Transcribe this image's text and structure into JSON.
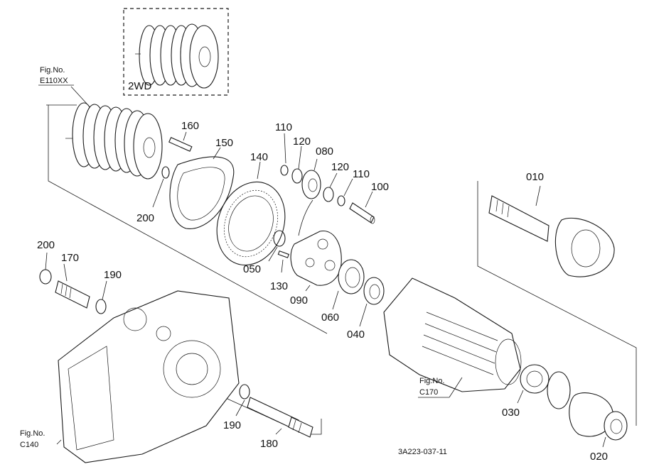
{
  "inset": {
    "label": "2WD"
  },
  "references": [
    {
      "key": "ref_e110",
      "line1": "Fig.No.",
      "line2": "E110XX"
    },
    {
      "key": "ref_c140",
      "line1": "Fig.No.",
      "line2": "C140"
    },
    {
      "key": "ref_c170",
      "line1": "Fig.No.",
      "line2": "C170"
    }
  ],
  "callouts": {
    "p160": "160",
    "p150": "150",
    "p140": "140",
    "p110a": "110",
    "p120a": "120",
    "p080": "080",
    "p120b": "120",
    "p110b": "110",
    "p100": "100",
    "p010": "010",
    "p200a": "200",
    "p200b": "200",
    "p170": "170",
    "p190a": "190",
    "p050": "050",
    "p130": "130",
    "p090": "090",
    "p060": "060",
    "p040": "040",
    "p030": "030",
    "p020": "020",
    "p190b": "190",
    "p180": "180"
  },
  "drawing_code": "3A223-037-11",
  "colors": {
    "ink": "#1a1a1a",
    "paper": "#ffffff"
  }
}
